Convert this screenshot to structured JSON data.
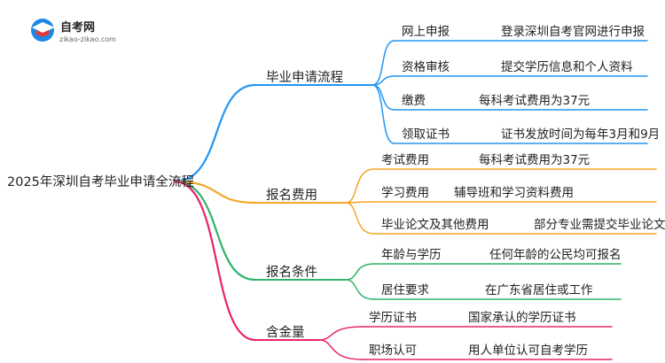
{
  "logo": {
    "name": "自考网",
    "url": "zikao-zikao.com"
  },
  "root": "2025年深圳自考毕业申请全流程",
  "branches": [
    {
      "label": "毕业申请流程",
      "color": "#2196f3",
      "items": [
        {
          "key": "网上申报",
          "value": "登录深圳自考官网进行申报"
        },
        {
          "key": "资格审核",
          "value": "提交学历信息和个人资料"
        },
        {
          "key": "缴费",
          "value": "每科考试费用为37元"
        },
        {
          "key": "领取证书",
          "value": "证书发放时间为每年3月和9月"
        }
      ]
    },
    {
      "label": "报名费用",
      "color": "#f5a623",
      "items": [
        {
          "key": "考试费用",
          "value": "每科考试费用为37元"
        },
        {
          "key": "学习费用",
          "value": "辅导班和学习资料费用"
        },
        {
          "key": "毕业论文及其他费用",
          "value": "部分专业需提交毕业论文"
        }
      ]
    },
    {
      "label": "报名条件",
      "color": "#2db36a",
      "items": [
        {
          "key": "年龄与学历",
          "value": "任何年龄的公民均可报名"
        },
        {
          "key": "居住要求",
          "value": "在广东省居住或工作"
        }
      ]
    },
    {
      "label": "含金量",
      "color": "#e8236e",
      "items": [
        {
          "key": "学历证书",
          "value": "国家承认的学历证书"
        },
        {
          "key": "职场认可",
          "value": "用人单位认可自考学历"
        }
      ]
    }
  ]
}
